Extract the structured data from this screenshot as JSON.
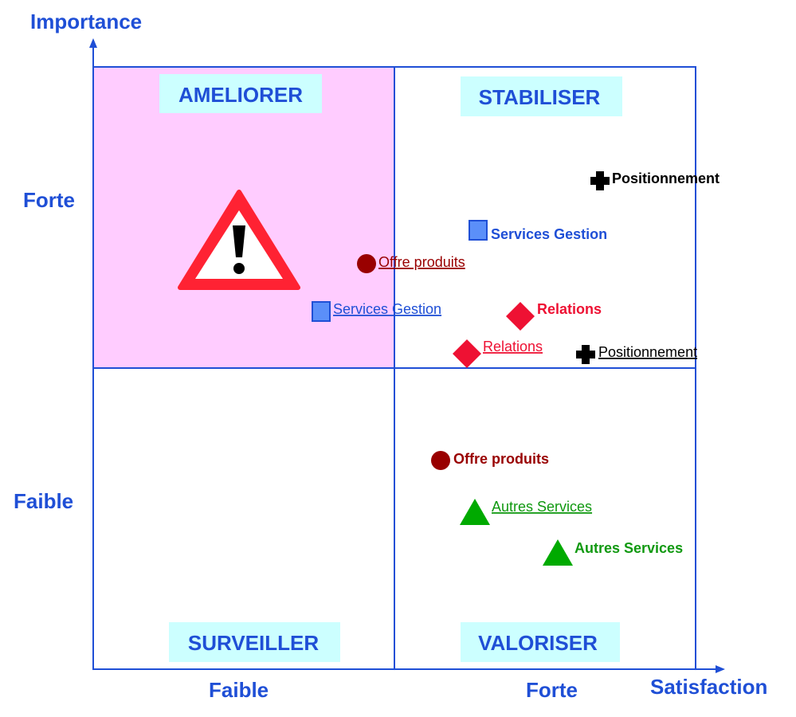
{
  "axes": {
    "y_title": "Importance",
    "x_title": "Satisfaction",
    "y_high": "Forte",
    "y_low": "Faible",
    "x_low": "Faible",
    "x_high": "Forte",
    "line_color": "#1f4fd6"
  },
  "quadrants": {
    "top_left": {
      "label": "AMELIORER",
      "fill": "#ffccff"
    },
    "top_right": {
      "label": "STABILISER"
    },
    "bottom_left": {
      "label": "SURVEILLER"
    },
    "bottom_right": {
      "label": "VALORISER"
    },
    "label_bg": "#ccffff"
  },
  "warning_icon": "warning-triangle-icon",
  "points": [
    {
      "id": "positionnement-bold",
      "label": "Positionnement",
      "shape": "cross",
      "color": "#000000",
      "label_color": "#000000",
      "style": "bold"
    },
    {
      "id": "services-gestion-bold",
      "label": "Services Gestion",
      "shape": "square",
      "color": "#5b8ff9",
      "label_color": "#1f4fd6",
      "style": "bold"
    },
    {
      "id": "offre-produits-underlined",
      "label": "Offre produits",
      "shape": "circle",
      "color": "#990000",
      "label_color": "#990000",
      "style": "underline"
    },
    {
      "id": "services-gestion-underlined",
      "label": "Services Gestion",
      "shape": "square",
      "color": "#5b8ff9",
      "label_color": "#1f4fd6",
      "style": "underline"
    },
    {
      "id": "relations-bold",
      "label": "Relations",
      "shape": "diamond",
      "color": "#ee1133",
      "label_color": "#ee1133",
      "style": "bold"
    },
    {
      "id": "relations-underlined",
      "label": "Relations",
      "shape": "diamond",
      "color": "#ee1133",
      "label_color": "#ee1133",
      "style": "underline"
    },
    {
      "id": "positionnement-underlined",
      "label": "Positionnement",
      "shape": "cross",
      "color": "#000000",
      "label_color": "#000000",
      "style": "underline"
    },
    {
      "id": "offre-produits-bold",
      "label": "Offre produits",
      "shape": "circle",
      "color": "#990000",
      "label_color": "#990000",
      "style": "bold"
    },
    {
      "id": "autres-services-underlined",
      "label": "Autres Services",
      "shape": "triangle",
      "color": "#00aa00",
      "label_color": "#119911",
      "style": "underline"
    },
    {
      "id": "autres-services-bold",
      "label": "Autres Services",
      "shape": "triangle",
      "color": "#00aa00",
      "label_color": "#119911",
      "style": "bold"
    }
  ]
}
